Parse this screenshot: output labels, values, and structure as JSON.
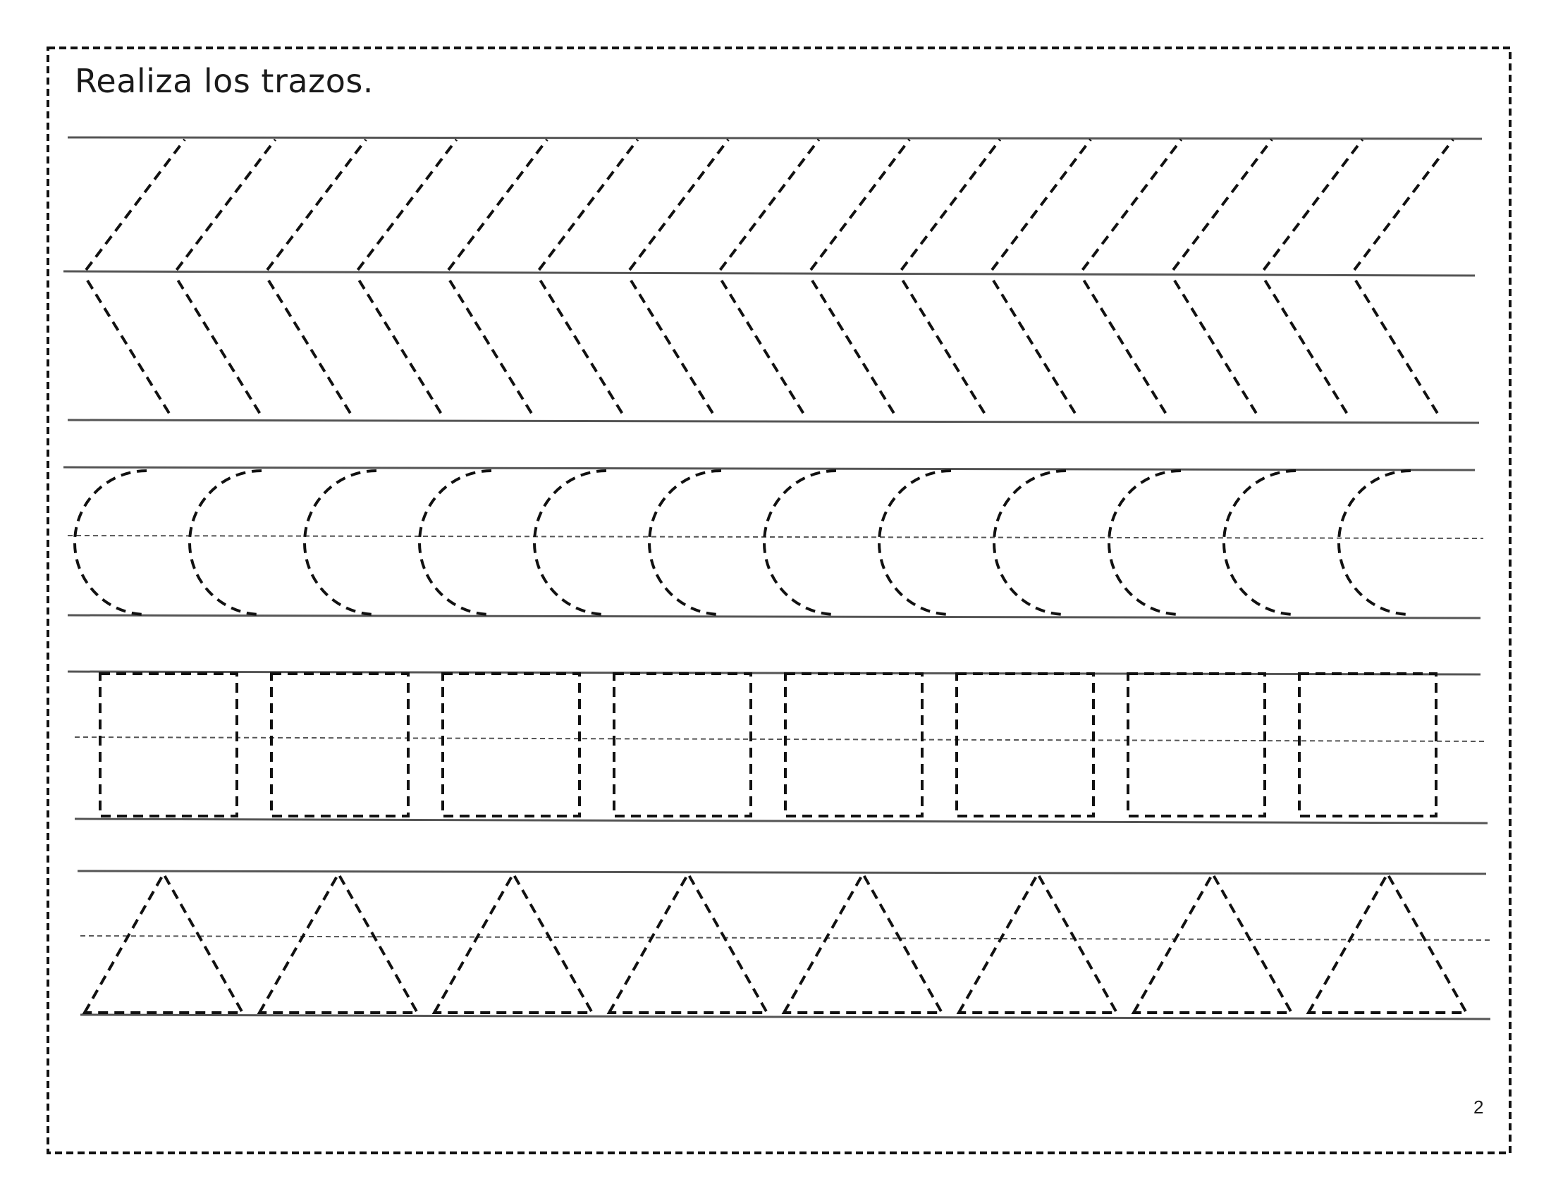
{
  "page": {
    "instruction": "Realiza los trazos.",
    "page_number": "2"
  },
  "exercises": [
    {
      "name": "diagonal-strokes",
      "count": 15
    },
    {
      "name": "c-curves",
      "count": 12
    },
    {
      "name": "rectangles",
      "count": 8
    },
    {
      "name": "triangles",
      "count": 8
    }
  ],
  "colors": {
    "ink": "#111111",
    "guide_line": "#555555"
  }
}
